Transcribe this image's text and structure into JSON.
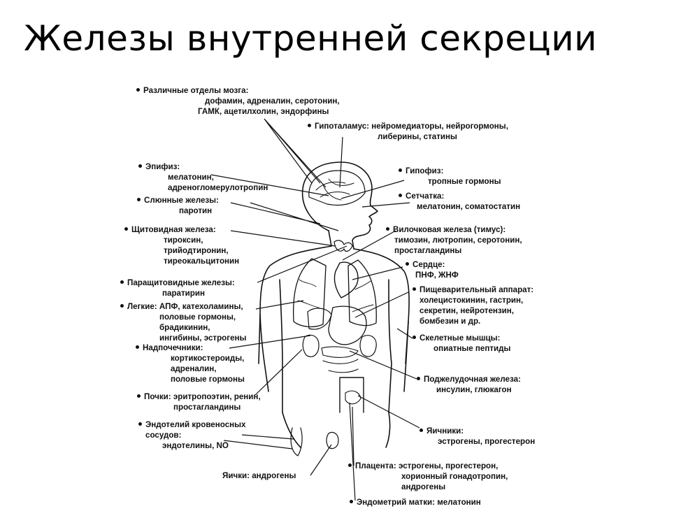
{
  "title": "Железы внутренней секреции",
  "labels": {
    "brain": {
      "name": "Различные отделы мозга:",
      "lines": [
        "дофамин, адреналин, серотонин,",
        "ГАМК, ацетилхолин, эндорфины"
      ]
    },
    "hypothalamus": {
      "name": "Гипоталамус:",
      "lines": [
        "нейромедиаторы, нейрогормоны,",
        "либерины, статины"
      ]
    },
    "epiphysis": {
      "name": "Эпифиз:",
      "lines": [
        "мелатонин,",
        "адреногломерулотропин"
      ]
    },
    "pituitary": {
      "name": "Гипофиз:",
      "lines": [
        "тропные гормоны"
      ]
    },
    "retina": {
      "name": "Сетчатка:",
      "lines": [
        "мелатонин, соматостатин"
      ]
    },
    "salivary": {
      "name": "Слюнные железы:",
      "lines": [
        "паротин"
      ]
    },
    "thyroid": {
      "name": "Щитовидная железа:",
      "lines": [
        "тироксин,",
        "трийодтиронин,",
        "тиреокальцитонин"
      ]
    },
    "thymus": {
      "name": "Вилочковая железа (тимус):",
      "lines": [
        "тимозин, лютропин, серотонин,",
        "простагландины"
      ]
    },
    "heart": {
      "name": "Сердце:",
      "lines": [
        "ПНФ, ЖНФ"
      ]
    },
    "parathyroid": {
      "name": "Паращитовидные железы:",
      "lines": [
        "паратирин"
      ]
    },
    "digestive": {
      "name": "Пищеварительный аппарат:",
      "lines": [
        "холецистокинин, гастрин,",
        "секретин, нейротензин,",
        "бомбезин и др."
      ]
    },
    "lungs": {
      "name": "Легкие:",
      "lines": [
        "АПФ, катехоламины,",
        "половые гормоны,",
        "брадикинин,",
        "ингибины, эстрогены"
      ]
    },
    "muscles": {
      "name": "Скелетные мышцы:",
      "lines": [
        "опиатные пептиды"
      ]
    },
    "adrenal": {
      "name": "Надпочечники:",
      "lines": [
        "кортикостероиды,",
        "адреналин,",
        "половые гормоны"
      ]
    },
    "pancreas": {
      "name": "Поджелудочная железа:",
      "lines": [
        "инсулин, глюкагон"
      ]
    },
    "kidneys": {
      "name": "Почки:",
      "lines": [
        "эритропоэтин, ренин,",
        "простагландины"
      ]
    },
    "endothelium": {
      "name": "Эндотелий кровеносных",
      "lines": [
        "сосудов:",
        "эндотелины, NO"
      ]
    },
    "ovaries": {
      "name": "Яичники:",
      "lines": [
        "эстрогены, прогестерон"
      ]
    },
    "testes": {
      "name": "Яички:",
      "lines": [
        "андрогены"
      ]
    },
    "placenta": {
      "name": "Плацента:",
      "lines": [
        "эстрогены, прогестерон,",
        "хорионный гонадотропин,",
        "андрогены"
      ]
    },
    "endometrium": {
      "name": "Эндометрий матки:",
      "lines": [
        "мелатонин"
      ]
    }
  }
}
